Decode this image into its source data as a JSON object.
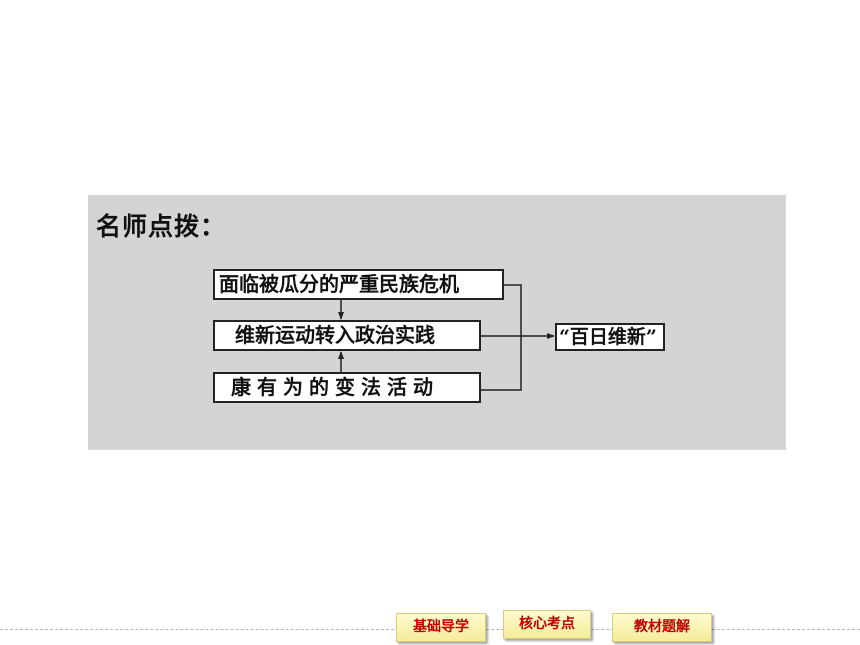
{
  "panel": {
    "title": "名师点拨："
  },
  "diagram": {
    "crisis": "面临被瓜分的严重民族危机",
    "movement": "维新运动转入政治实践",
    "kang": "康有为的变法活动",
    "result": "“百日维新”"
  },
  "nav": {
    "basic": "基础导学",
    "core": "核心考点",
    "textbook": "教材题解",
    "active_color": "#c00000"
  }
}
